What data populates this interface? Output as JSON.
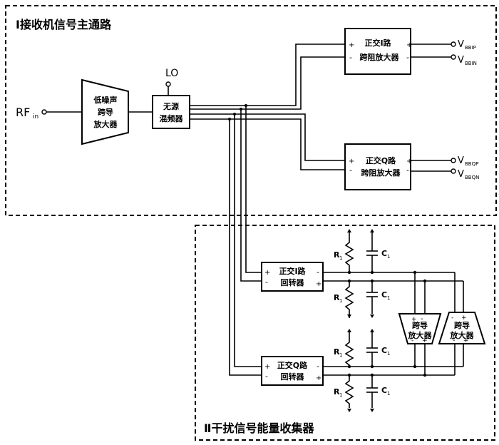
{
  "sections": {
    "receive": "Ⅰ接收机信号主通路",
    "harvester": "Ⅱ干扰信号能量收集器"
  },
  "inputs": {
    "rf_main": "RF",
    "rf_sub": "in",
    "lo": "LO"
  },
  "blocks": {
    "lna": [
      "低噪声",
      "跨导",
      "放大器"
    ],
    "mixer": [
      "无源",
      "混频器"
    ],
    "tia_i": [
      "正交Ⅰ路",
      "跨阻放大器"
    ],
    "tia_q": [
      "正交Q路",
      "跨阻放大器"
    ],
    "gyr_i": [
      "正交Ⅰ路",
      "回转器"
    ],
    "gyr_q": [
      "正交Q路",
      "回转器"
    ],
    "gm1": [
      "跨导",
      "放大器"
    ],
    "gm2": [
      "跨导",
      "放大器"
    ]
  },
  "outputs": {
    "v": "V",
    "bbip": "BBIP",
    "bbin": "BBIN",
    "bbqp": "BBQP",
    "bbqn": "BBQN"
  },
  "components": {
    "r": "R",
    "c": "C",
    "sub": "1"
  },
  "signs": {
    "plus": "+",
    "minus": "-"
  }
}
